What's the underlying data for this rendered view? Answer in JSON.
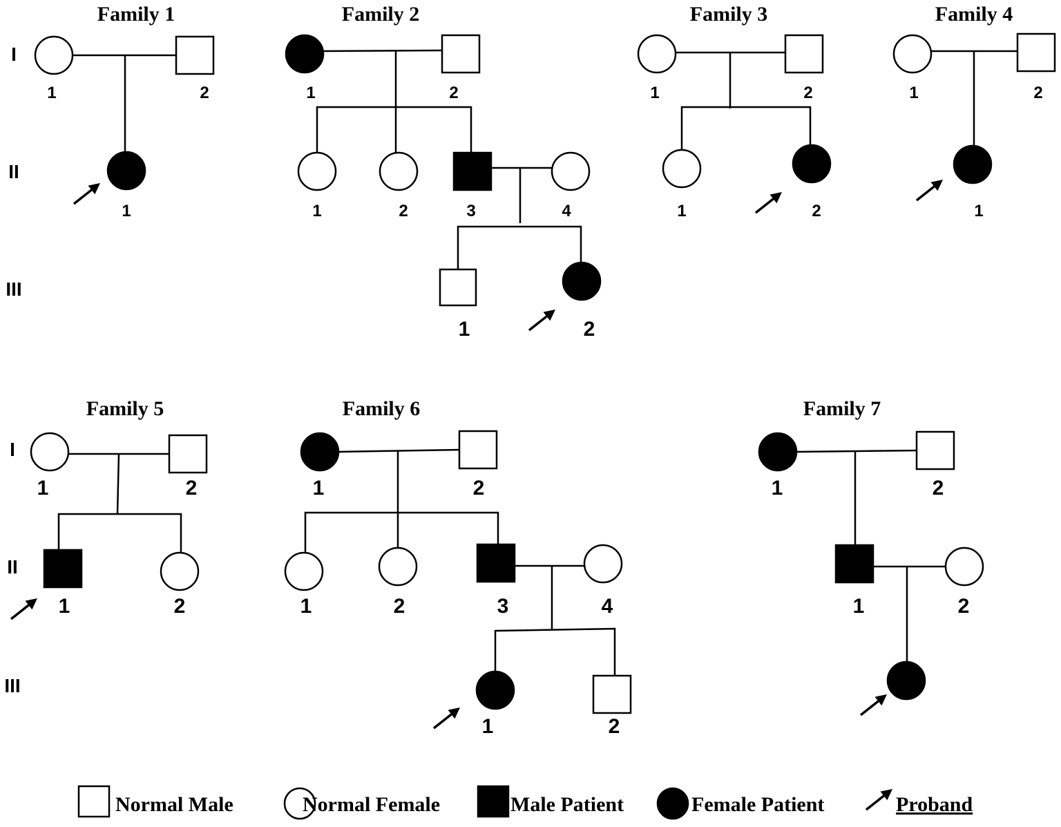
{
  "generation_labels": [
    "I",
    "II",
    "III"
  ],
  "legend": [
    {
      "label": "Normal Male",
      "sex": "male",
      "affected": false
    },
    {
      "label": "Normal Female",
      "sex": "female",
      "affected": false
    },
    {
      "label": "Male Patient",
      "sex": "male",
      "affected": true
    },
    {
      "label": "Female Patient",
      "sex": "female",
      "affected": true
    },
    {
      "label": "Proband",
      "sex": "arrow",
      "affected": false
    }
  ],
  "families": [
    {
      "title": "Family 1",
      "individuals": [
        {
          "id": "I-1",
          "label": "1",
          "sex": "female",
          "affected": false
        },
        {
          "id": "I-2",
          "label": "2",
          "sex": "male",
          "affected": false
        },
        {
          "id": "II-1",
          "label": "1",
          "sex": "female",
          "affected": true,
          "proband": true
        }
      ]
    },
    {
      "title": "Family 2",
      "individuals": [
        {
          "id": "I-1",
          "label": "1",
          "sex": "female",
          "affected": true
        },
        {
          "id": "I-2",
          "label": "2",
          "sex": "male",
          "affected": false
        },
        {
          "id": "II-1",
          "label": "1",
          "sex": "female",
          "affected": false
        },
        {
          "id": "II-2",
          "label": "2",
          "sex": "female",
          "affected": false
        },
        {
          "id": "II-3",
          "label": "3",
          "sex": "male",
          "affected": true
        },
        {
          "id": "II-4",
          "label": "4",
          "sex": "female",
          "affected": false
        },
        {
          "id": "III-1",
          "label": "1",
          "sex": "male",
          "affected": false
        },
        {
          "id": "III-2",
          "label": "2",
          "sex": "female",
          "affected": true,
          "proband": true
        }
      ]
    },
    {
      "title": "Family 3",
      "individuals": [
        {
          "id": "I-1",
          "label": "1",
          "sex": "female",
          "affected": false
        },
        {
          "id": "I-2",
          "label": "2",
          "sex": "male",
          "affected": false
        },
        {
          "id": "II-1",
          "label": "1",
          "sex": "female",
          "affected": false
        },
        {
          "id": "II-2",
          "label": "2",
          "sex": "female",
          "affected": true,
          "proband": true
        }
      ]
    },
    {
      "title": "Family 4",
      "individuals": [
        {
          "id": "I-1",
          "label": "1",
          "sex": "female",
          "affected": false
        },
        {
          "id": "I-2",
          "label": "2",
          "sex": "male",
          "affected": false
        },
        {
          "id": "II-1",
          "label": "1",
          "sex": "female",
          "affected": true,
          "proband": true
        }
      ]
    },
    {
      "title": "Family 5",
      "individuals": [
        {
          "id": "I-1",
          "label": "1",
          "sex": "female",
          "affected": false
        },
        {
          "id": "I-2",
          "label": "2",
          "sex": "male",
          "affected": false
        },
        {
          "id": "II-1",
          "label": "1",
          "sex": "male",
          "affected": true,
          "proband": true
        },
        {
          "id": "II-2",
          "label": "2",
          "sex": "female",
          "affected": false
        }
      ]
    },
    {
      "title": "Family 6",
      "individuals": [
        {
          "id": "I-1",
          "label": "1",
          "sex": "female",
          "affected": true
        },
        {
          "id": "I-2",
          "label": "2",
          "sex": "male",
          "affected": false
        },
        {
          "id": "II-1",
          "label": "1",
          "sex": "female",
          "affected": false
        },
        {
          "id": "II-2",
          "label": "2",
          "sex": "female",
          "affected": false
        },
        {
          "id": "II-3",
          "label": "3",
          "sex": "male",
          "affected": true
        },
        {
          "id": "II-4",
          "label": "4",
          "sex": "female",
          "affected": false
        },
        {
          "id": "III-1",
          "label": "1",
          "sex": "female",
          "affected": true,
          "proband": true
        },
        {
          "id": "III-2",
          "label": "2",
          "sex": "male",
          "affected": false
        }
      ]
    },
    {
      "title": "Family 7",
      "individuals": [
        {
          "id": "I-1",
          "label": "1",
          "sex": "female",
          "affected": true
        },
        {
          "id": "I-2",
          "label": "2",
          "sex": "male",
          "affected": false
        },
        {
          "id": "II-1",
          "label": "1",
          "sex": "male",
          "affected": true
        },
        {
          "id": "II-2",
          "label": "2",
          "sex": "female",
          "affected": false
        },
        {
          "id": "III-1",
          "label": "",
          "sex": "female",
          "affected": true,
          "proband": true
        }
      ]
    }
  ]
}
